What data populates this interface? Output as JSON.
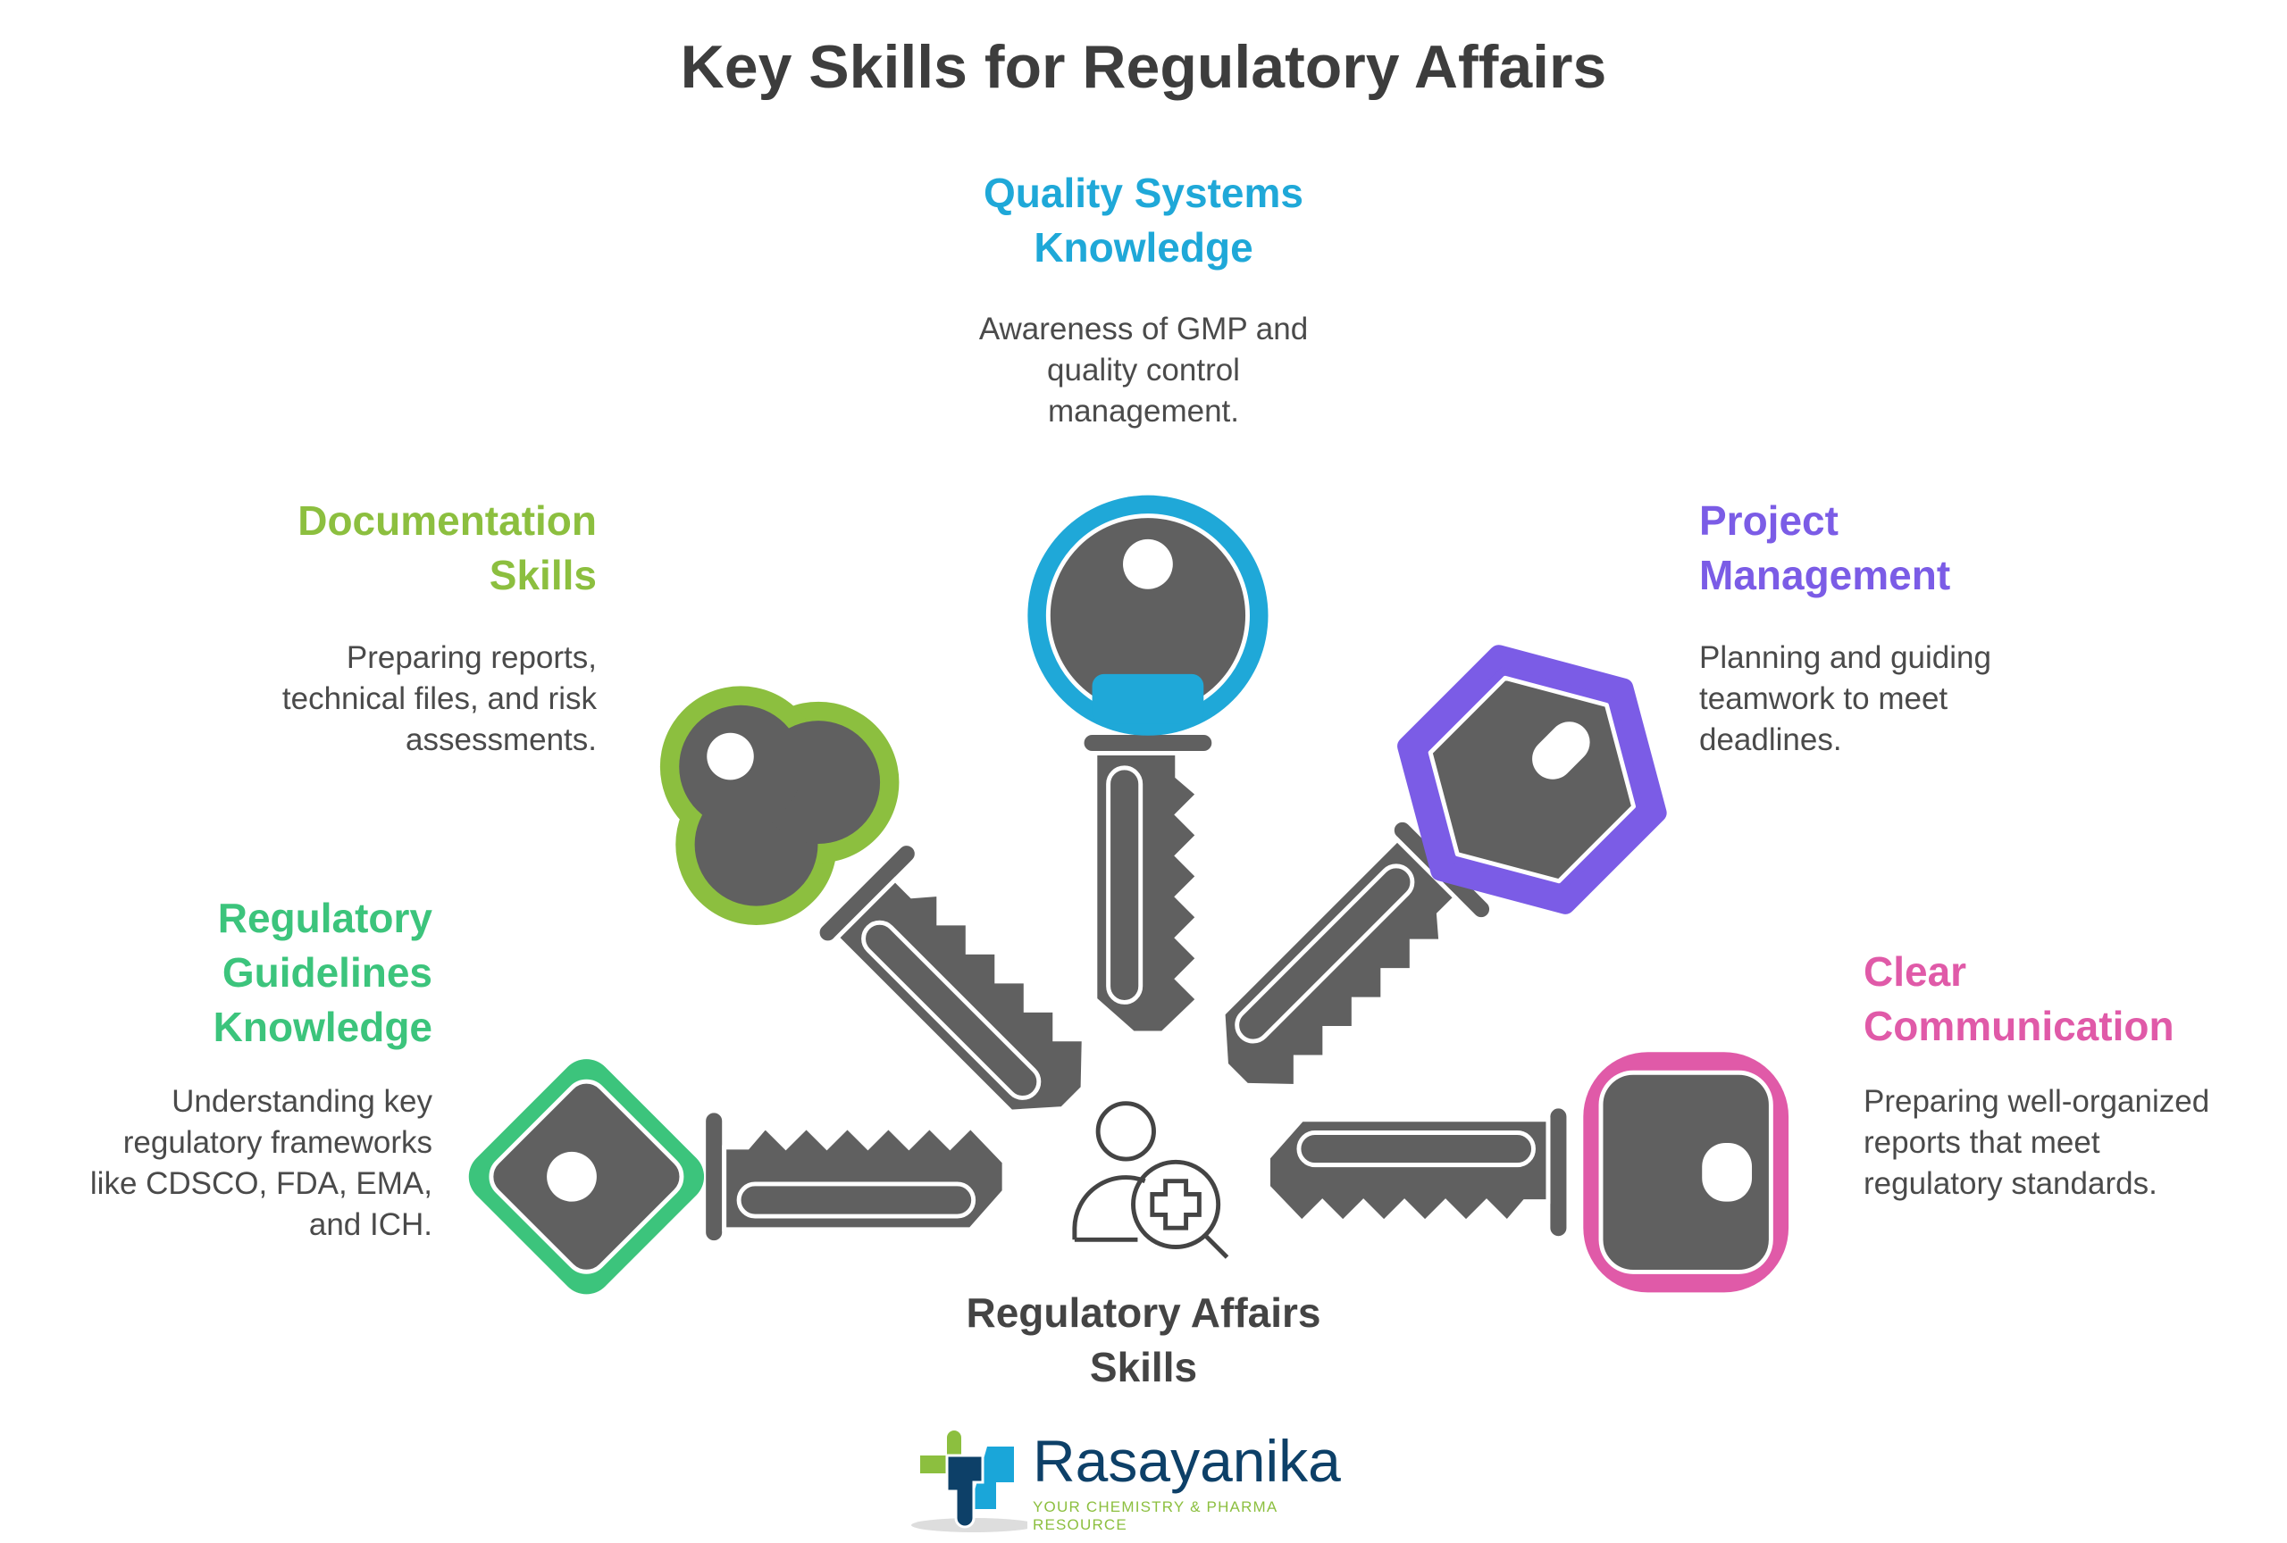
{
  "title": "Key Skills for Regulatory Affairs",
  "center": {
    "label": "Regulatory Affairs Skills",
    "icon": "person-search-medical-icon"
  },
  "colors": {
    "quality": "#1fa8d8",
    "documentation": "#8cbf3f",
    "project": "#7b5ce6",
    "regulatory": "#3cc47c",
    "communication": "#e05aa8",
    "key": "#606060"
  },
  "skills": {
    "quality": {
      "title": "Quality Systems Knowledge",
      "description": "Awareness of GMP and quality control management."
    },
    "documentation": {
      "title": "Documentation Skills",
      "description": "Preparing reports, technical files, and risk assessments."
    },
    "project": {
      "title": "Project Management",
      "description": "Planning and guiding teamwork to meet deadlines."
    },
    "regulatory": {
      "title": "Regulatory Guidelines Knowledge",
      "description": "Understanding key regulatory frameworks like CDSCO, FDA, EMA, and ICH."
    },
    "communication": {
      "title": "Clear Communication",
      "description": "Preparing well-organized reports that meet regulatory standards."
    }
  },
  "logo": {
    "name": "Rasayanika",
    "tagline": "YOUR CHEMISTRY & PHARMA RESOURCE"
  }
}
